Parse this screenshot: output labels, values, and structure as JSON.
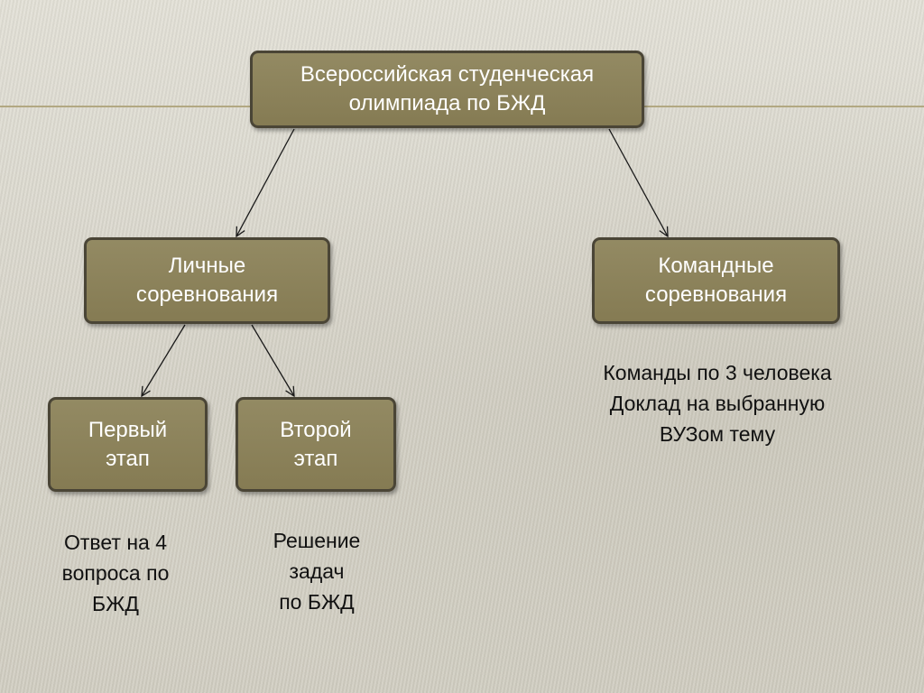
{
  "diagram": {
    "root": {
      "line1": "Всероссийская студенческая",
      "line2": "олимпиада по БЖД"
    },
    "personal": {
      "line1": "Личные",
      "line2": "соревнования"
    },
    "team": {
      "line1": "Командные",
      "line2": "соревнования"
    },
    "stage1": {
      "line1": "Первый",
      "line2": "этап"
    },
    "stage2": {
      "line1": "Второй",
      "line2": "этап"
    },
    "stage1_note": {
      "line1": "Ответ на 4",
      "line2": "вопроса по",
      "line3": "БЖД"
    },
    "stage2_note": {
      "line1": "Решение",
      "line2": "задач",
      "line3": "по БЖД"
    },
    "team_note": {
      "line1": "Команды по 3 человека",
      "line2": "Доклад на выбранную",
      "line3": "ВУЗом тему"
    }
  },
  "colors": {
    "box_fill": "#8c8259",
    "box_border": "#4a4536",
    "box_text": "#ffffff",
    "note_text": "#111111",
    "accent_line": "#b2a882",
    "connector": "#1a1a1a"
  }
}
